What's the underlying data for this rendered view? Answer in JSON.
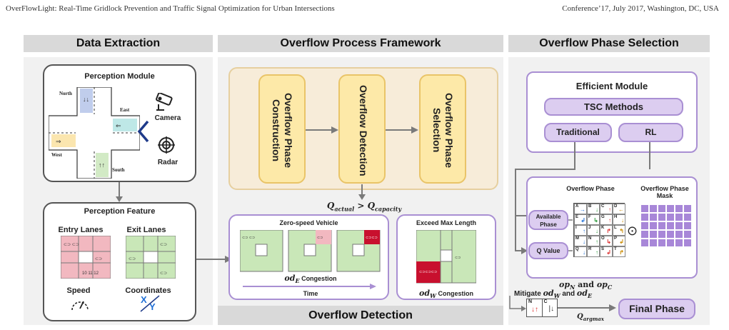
{
  "header": {
    "left": "OverFlowLight: Real-Time Gridlock Prevention and Traffic Signal Optimization for Urban Intersections",
    "right": "Conference’17, July 2017, Washington, DC, USA"
  },
  "sections": {
    "data_extraction": "Data Extraction",
    "framework": "Overflow Process Framework",
    "phase_selection": "Overflow Phase Selection"
  },
  "perception_module": {
    "title": "Perception Module",
    "camera": "Camera",
    "radar": "Radar",
    "north": "North",
    "east": "East",
    "west": "West",
    "south": "South"
  },
  "perception_feature": {
    "title": "Perception Feature",
    "entry": "Entry Lanes",
    "exit": "Exit Lanes",
    "speed": "Speed",
    "coordinates": "Coordinates",
    "coord_x": "X",
    "coord_y": "Y"
  },
  "framework_steps": [
    "Overflow Phase Construction",
    "Overflow Detection",
    "Overflow Phase Selection"
  ],
  "condition": {
    "lhs": "Q",
    "lhs_sub": "actual",
    "op": " > ",
    "rhs": "Q",
    "rhs_sub": "capacity"
  },
  "detection": {
    "zero_speed": "Zero-speed Vehicle",
    "exceed": "Exceed Max Length",
    "od": "od",
    "od_e_sub": "E",
    "od_w_sub": "W",
    "congestion": " Congestion",
    "time": "Time",
    "label": "Overflow Detection"
  },
  "efficient": {
    "title": "Efficient Module",
    "tsc": "TSC Methods",
    "traditional": "Traditional",
    "rl": "RL"
  },
  "phase_panel": {
    "overflow_phase": "Overflow Phase",
    "mask": "Overflow Phase Mask",
    "available": "Available Phase",
    "qvalue": "Q Value",
    "odot": "⊙",
    "letters": [
      "A",
      "B",
      "C",
      "D",
      "E",
      "F",
      "G",
      "H",
      "I",
      "J",
      "K",
      "L",
      "M",
      "N",
      "O",
      "P",
      "Q",
      "R",
      "S",
      "T"
    ]
  },
  "bottom": {
    "op": "op",
    "op_n_sub": "N",
    "op_c_sub": "C",
    "and": " and ",
    "mitigate": "Mitigate ",
    "od": "od",
    "od_w_sub": "W",
    "od_e_sub": "E",
    "qargmax": "Q",
    "qargmax_sub": "argmax",
    "final": "Final Phase",
    "n": "N",
    "c": "C"
  },
  "colors": {
    "section_band": "#d9d9d9",
    "panel_bg": "#f1f1f1",
    "yellow_fill": "#fde9a8",
    "yellow_border": "#e9c468",
    "purple_border": "#a98fd3",
    "lavender": "#dccdf0",
    "mask_grid": "#a887d8",
    "entry_pink": "#f2b8c0",
    "exit_green": "#c9e7b8",
    "congestion_red": "#c8102e",
    "arrow_gray": "#7a7a7a",
    "accent_navy": "#1e3a8a"
  }
}
